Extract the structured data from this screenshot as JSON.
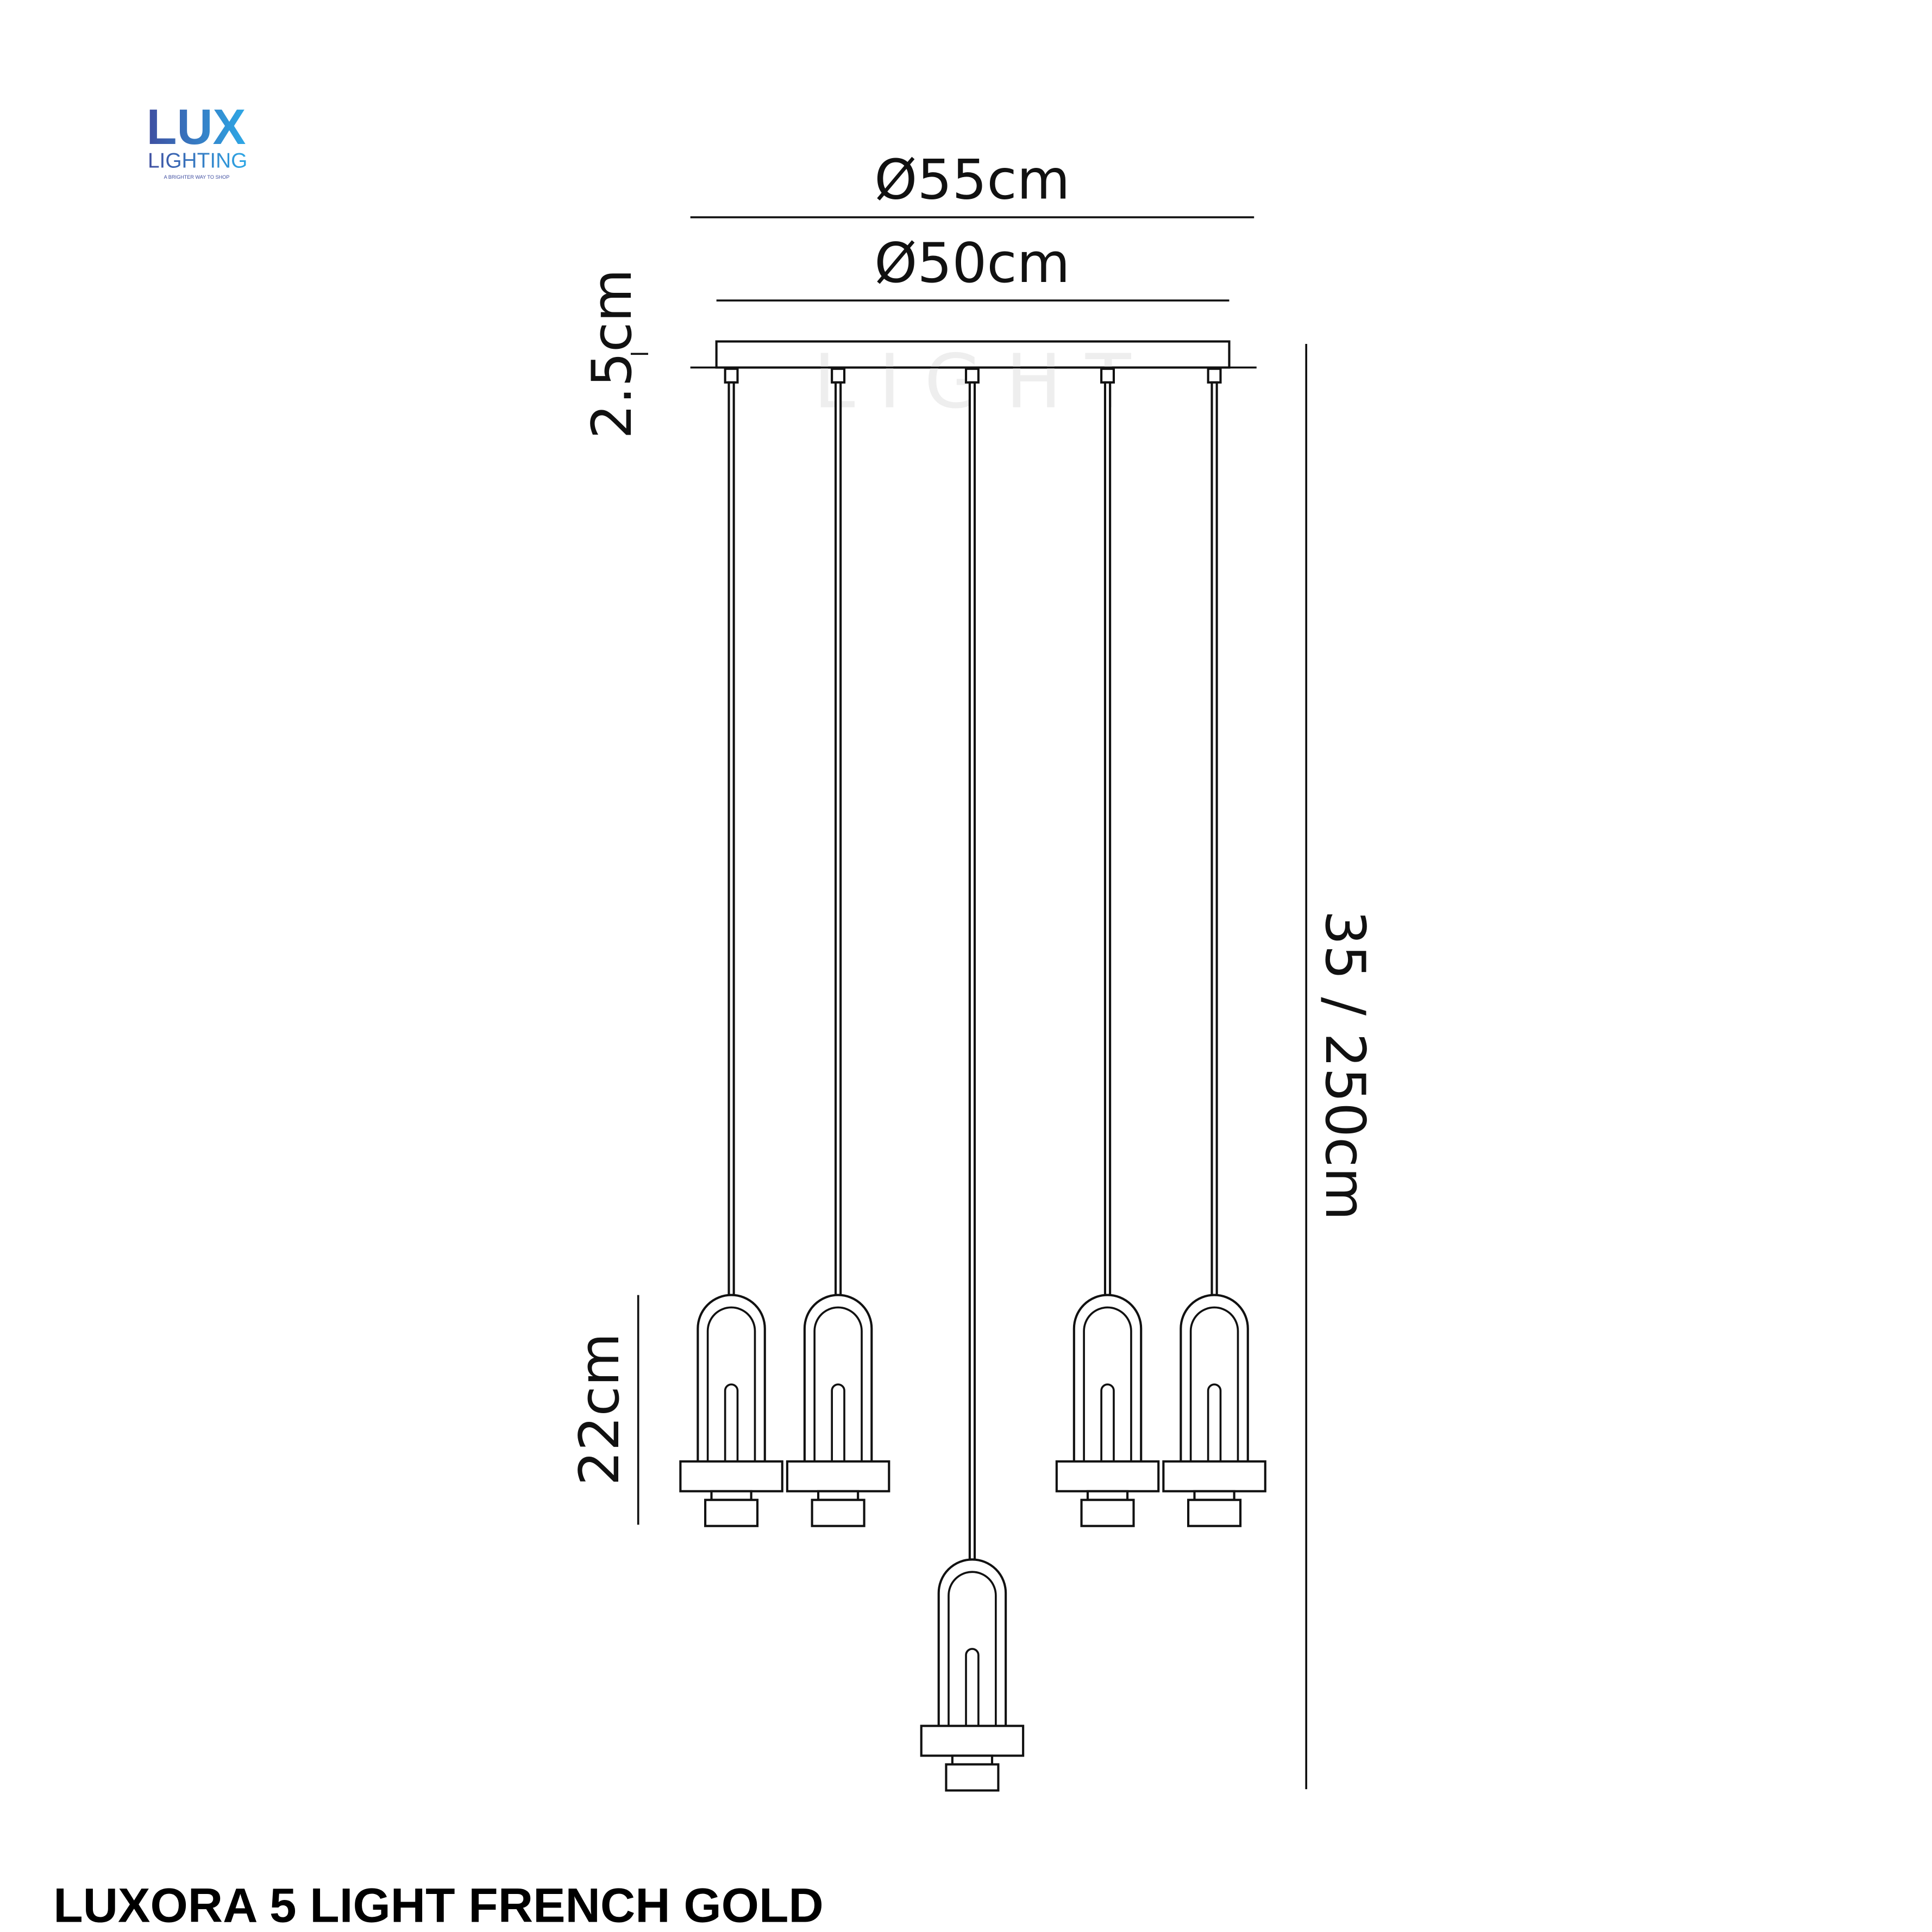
{
  "logo": {
    "line1": "LUX",
    "line2": "LIGHTING",
    "tagline": "A BRIGHTER WAY TO SHOP",
    "colors": [
      "#3f4ea0",
      "#2ea8e6"
    ]
  },
  "watermark": "L I G H T",
  "dimensions": {
    "outer_diameter": "Ø55cm",
    "plate_diameter": "Ø50cm",
    "plate_height": "2.5cm",
    "drop_height": "35 / 250cm",
    "shade_height": "22cm"
  },
  "pendant_count": 5,
  "product_title": "LUXORA 5 LIGHT FRENCH GOLD"
}
